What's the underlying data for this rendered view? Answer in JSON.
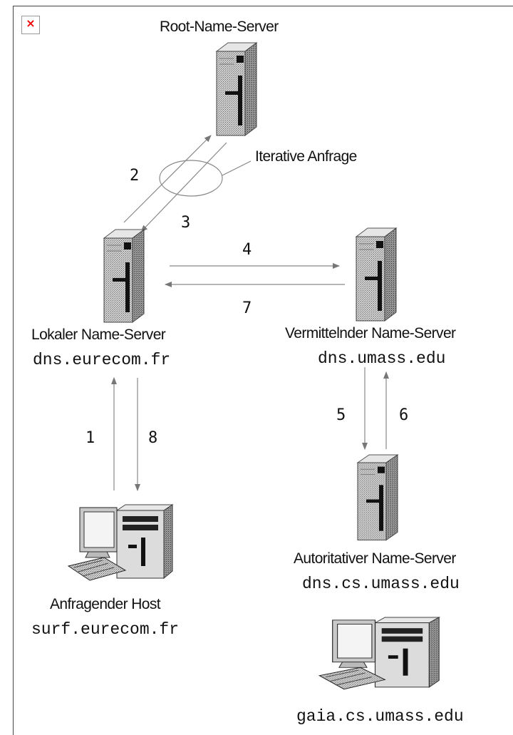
{
  "broken_image_glyph": "×",
  "labels": {
    "root": "Root-Name-Server",
    "iterative": "Iterative Anfrage",
    "local_name": "Lokaler Name-Server",
    "local_host": "dns.eurecom.fr",
    "intermediate_name": "Vermittelnder Name-Server",
    "intermediate_host": "dns.umass.edu",
    "authoritative_name": "Autoritativer Name-Server",
    "authoritative_host": "dns.cs.umass.edu",
    "requesting_name": "Anfragender Host",
    "requesting_host": "surf.eurecom.fr",
    "target_host": "gaia.cs.umass.edu"
  },
  "steps": [
    "1",
    "2",
    "3",
    "4",
    "5",
    "6",
    "7",
    "8"
  ],
  "icons": {
    "root": "server-tower-icon",
    "local": "server-tower-icon",
    "intermediate": "server-tower-icon",
    "authoritative": "server-tower-icon",
    "requesting": "desktop-computer-icon",
    "target": "desktop-computer-icon"
  }
}
